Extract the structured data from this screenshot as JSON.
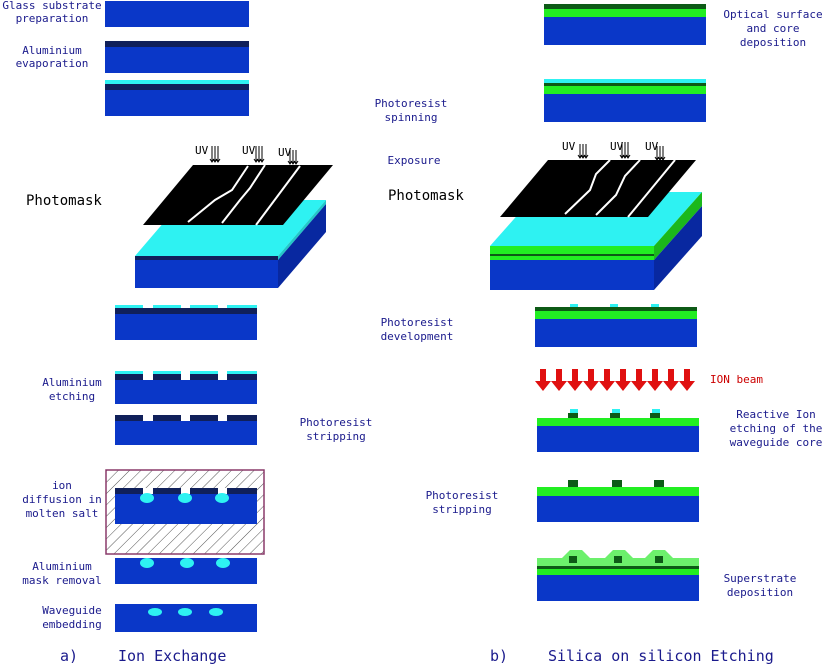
{
  "colors": {
    "substrate": "#0a37c8",
    "aluminium": "#10205a",
    "photoresist": "#2ef2f2",
    "core": "#22ee22",
    "dark_core": "#0d5a16",
    "mask": "#000000",
    "ion_beam": "#e01010",
    "diffusion": "#2ef2f2"
  },
  "left": {
    "steps": {
      "glass": [
        "Glass substrate",
        "preparation"
      ],
      "alu_evap": [
        "Aluminium",
        "evaporation"
      ],
      "alu_etch": [
        "Aluminium",
        "etching"
      ],
      "pr_strip": [
        "Photoresist",
        "stripping"
      ],
      "ion_diff": [
        "ion",
        "diffusion in",
        "molten salt"
      ],
      "mask_removal": [
        "Aluminium",
        "mask removal"
      ],
      "embedding": [
        "Waveguide",
        "embedding"
      ]
    },
    "photomask": "Photomask",
    "uv": "UV",
    "caption_letter": "a)",
    "caption": "Ion Exchange"
  },
  "right": {
    "steps": {
      "deposition": [
        "Optical surface",
        "and core",
        "deposition"
      ],
      "spinning": [
        "Photoresist",
        "spinning"
      ],
      "exposure": "Exposure",
      "development": [
        "Photoresist",
        "development"
      ],
      "ion_beam": "ION beam",
      "rie": [
        "Reactive Ion",
        "etching of the",
        "waveguide core"
      ],
      "pr_strip": [
        "Photoresist",
        "stripping"
      ],
      "superstrate": [
        "Superstrate",
        "deposition"
      ]
    },
    "photomask": "Photomask",
    "uv": "UV",
    "caption_letter": "b)",
    "caption": "Silica on silicon Etching"
  }
}
